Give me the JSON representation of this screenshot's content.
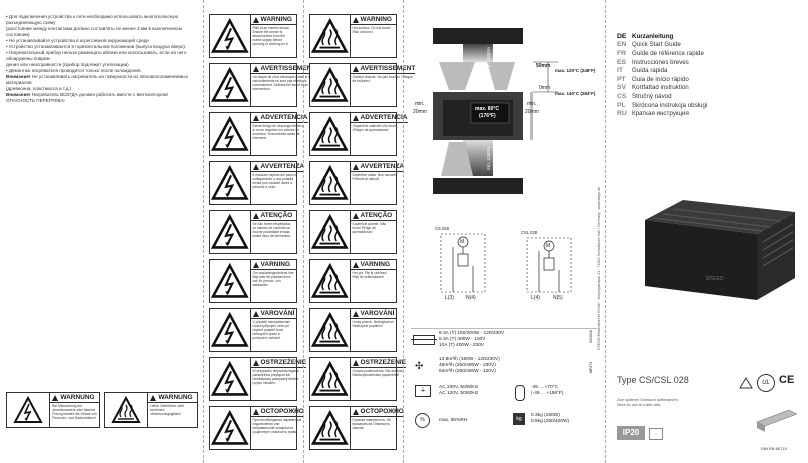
{
  "panel1": {
    "lines": [
      {
        "text": "• Для подключения устройства к сети необходимо использовать многополюсную разъединяющую схему"
      },
      {
        "text": "  (расстояние между контактами должно составлять не менее 3 мм в выключенном состоянии)"
      },
      {
        "text": "• Не устанавливайте устройства в агрессивной окружающей среде"
      },
      {
        "text": "• Устройство устанавливается в горизонтальном положении (выпуск воздуха вверх)."
      },
      {
        "text": "• Нагревательный прибор нельзя размещать вблизи или использовать, если на него обнаружены повреж-"
      },
      {
        "text": "  дения или неисправности (прибор подлежит утилизации)"
      },
      {
        "text": "• Демонтаж нагревателя проводится только после охлаждения."
      },
      {
        "bold": "Внимание!",
        "text": " Не устанавливать нагреватель на поверхности из легковоспламеняемых материалов"
      },
      {
        "text": "  (древесина, пластмасса и т.д.)"
      },
      {
        "bold": "Внимание!",
        "text": " Нагреватель ВСЕГДА должен работать вместе с вентилятором! ОПАСНОСТЬ ПЕРЕГРЕВА!"
      }
    ],
    "warnings": [
      {
        "heading": "WARNUNG",
        "body": "Bei Missachtung der Anschlusswerte oder falscher Polung besteht die Gefahr von Personen- und Sachschäden!",
        "icon": "electric-shock-icon"
      },
      {
        "heading": "WARNUNG",
        "body": "Heiße Oberfläche nicht berühren! Verbrennungsgefahr!",
        "icon": "hot-surface-icon"
      }
    ]
  },
  "panel2": {
    "warnings": [
      {
        "heading": "WARNING",
        "body": "Risk of an electric shock! Ensure the device is disconnected from the mains supply before opening or working on it.",
        "icon": "electric-shock-icon"
      },
      {
        "heading": "AVERTISSEMENT",
        "body": "Un risque de choc électrique existe si les raccordements ne sont pas effectués correctement. Débrancher avant toute intervention.",
        "icon": "electric-shock-icon"
      },
      {
        "heading": "ADVERTENCIA",
        "body": "Existe riesgo de descarga eléctrica si no se respetan los valores de conexión. Desconectar antes de intervenir.",
        "icon": "electric-shock-icon"
      },
      {
        "heading": "AVVERTENZA",
        "body": "Il mancato rispetto dei valori di collegamento o una polarità errata può causare danni a persone e cose.",
        "icon": "electric-shock-icon"
      },
      {
        "heading": "ATENÇÃO",
        "body": "Se não forem respeitados os valores de conexão ou houver polaridade errada, existe risco de ferimentos.",
        "icon": "electric-shock-icon"
      },
      {
        "heading": "VARNING",
        "body": "Om anslutningsvärdena inte följs eller fel polaritet finns risk för person- och sakskador.",
        "icon": "electric-shock-icon"
      },
      {
        "heading": "VAROVÁNÍ",
        "body": "V případě nerespektování hodnot připojení nebo při chybné polaritě hrozí nebezpečí úrazu a poškození zařízení.",
        "icon": "electric-shock-icon"
      },
      {
        "heading": "OSTRZEŻENIE",
        "body": "W przypadku nieprzestrzegania parametrów przyłącza lub niewłaściwej polaryzacji istnieje ryzyko obrażeń.",
        "icon": "electric-shock-icon"
      },
      {
        "heading": "ОСТОРОЖНО",
        "body": "При несоблюдении параметров подключения или неправильной полярности существует опасность травм.",
        "icon": "electric-shock-icon"
      }
    ]
  },
  "panel3": {
    "warnings": [
      {
        "heading": "WARNING",
        "body": "Hot surface. Do not touch! Risk of burns!",
        "icon": "hot-surface-icon"
      },
      {
        "heading": "AVERTISSEMENT",
        "body": "Surface chaude. Ne pas toucher ! Risque de brûlures !",
        "icon": "hot-surface-icon"
      },
      {
        "heading": "ADVERTENCIA",
        "body": "¡Superficie caliente! ¡No tocar! ¡Peligro de quemaduras!",
        "icon": "hot-surface-icon"
      },
      {
        "heading": "AVVERTENZA",
        "body": "Superficie calda. Non toccare! Pericolo di ustioni!",
        "icon": "hot-surface-icon"
      },
      {
        "heading": "ATENÇÃO",
        "body": "Superfície quente. Não tocar! Perigo de queimaduras!",
        "icon": "hot-surface-icon"
      },
      {
        "heading": "VARNING",
        "body": "Het yta. Får ej vidröras! Risk för brännskador!",
        "icon": "hot-surface-icon"
      },
      {
        "heading": "VAROVÁNÍ",
        "body": "Horký povrch. Nedotýkat se! Nebezpečí popálení!",
        "icon": "hot-surface-icon"
      },
      {
        "heading": "OSTRZEŻENIE",
        "body": "Gorąca powierzchnia. Nie dotykać! Niebezpieczeństwo poparzenia!",
        "icon": "hot-surface-icon"
      },
      {
        "heading": "ОСТОРОЖНО",
        "body": "Горячая поверхность. Не прикасаться! Опасность ожогов!",
        "icon": "hot-surface-icon"
      }
    ]
  },
  "panel4": {
    "mounting": {
      "dist_top": "50mm",
      "dist_right": "0mm",
      "dist_left_a": "min.",
      "dist_left_b": "20mm",
      "dist_right_b": "min.",
      "dist_right_c": "20mm",
      "max_top": "max. 120°C (248°F)",
      "max_right": "max. 140°C (284°F)",
      "max_center_a": "max. 80°C",
      "max_center_b": "(176°F)",
      "min_top_label": "min. 100mm",
      "min_bottom_label": "min. 100mm"
    },
    "wiring": {
      "left_label": "CS 028",
      "right_label": "CSL 028",
      "motor": "M",
      "l_left": "L(3)",
      "n_left": "N(4)",
      "l_right": "L(4)",
      "n_right": "N(5)"
    },
    "specs": {
      "fuse": [
        "6.3A (T) 150/200W - 120/230V",
        "6.3A (T) 400W - 120V",
        "10A (T) 400W - 230V"
      ],
      "airflow": [
        "13.8m³/h (150W - 120/230V)",
        "45m³/h (250/400W - 230V)",
        "54m³/h (250/400W - 120V)"
      ],
      "supply": [
        "AC 230V, 50/60Hz",
        "AC 120V, 50/60Hz"
      ],
      "humidity": "max. 90%RH",
      "temp": [
        "-45 ... +70°C",
        "(-49 ... +158°F)"
      ],
      "weight": [
        "0.3kg (150W)",
        "0.5kg (250/400W)"
      ],
      "code_a": "03/2016",
      "code_b": "MF073"
    },
    "vertical_address": "STEGO Elektrotechnik GmbH · Kolpingstrasse 21 · 74523 Schwäbisch Hall / Germany · www.stego.de"
  },
  "panel5": {
    "languages": [
      {
        "code": "DE",
        "name": "Kurzanleitung"
      },
      {
        "code": "EN",
        "name": "Quick Start Guide"
      },
      {
        "code": "FR",
        "name": "Guide de référence rapide"
      },
      {
        "code": "ES",
        "name": "Instrucciones breves"
      },
      {
        "code": "IT",
        "name": "Guida rapida"
      },
      {
        "code": "PT",
        "name": "Guia de início rápido"
      },
      {
        "code": "SV",
        "name": "Kortfattad instruktion"
      },
      {
        "code": "CS",
        "name": "Stručný návod"
      },
      {
        "code": "PL",
        "name": "Skrócona instrukcja obsługi"
      },
      {
        "code": "RU",
        "name": "Краткая инструкция"
      }
    ],
    "product_type": "Type CS/CSL 028",
    "tiny_1": "Zum späteren Gebrauch aufbewahren.",
    "tiny_2": "Store for use at a later date.",
    "ip": "IP20",
    "din": "DIN EN 60715",
    "cert_ul": "UL",
    "cert_ce": "CE",
    "product_label": "STEGO"
  }
}
